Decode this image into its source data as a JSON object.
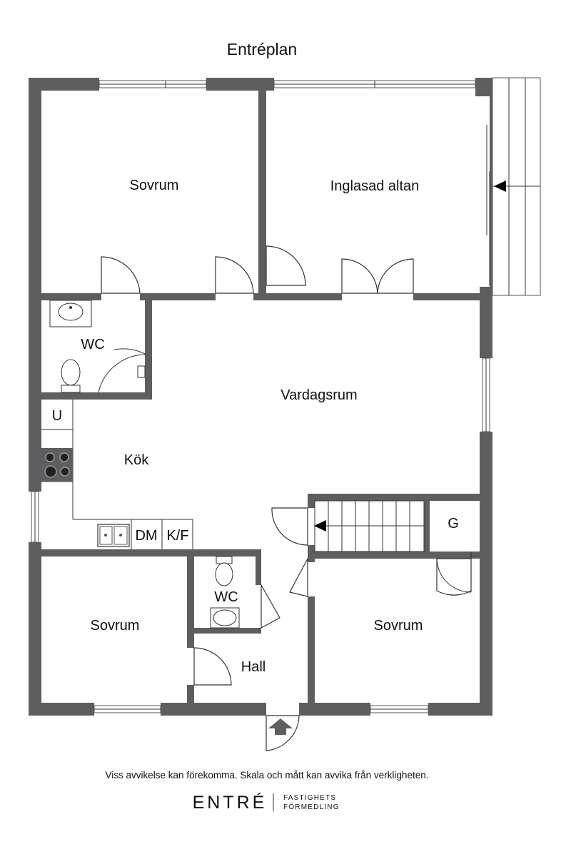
{
  "title": "Entréplan",
  "rooms": {
    "sovrum_top": "Sovrum",
    "altan": "Inglasad altan",
    "wc_top": "WC",
    "vardagsrum": "Vardagsrum",
    "kok": "Kök",
    "sovrum_bottom_left": "Sovrum",
    "wc_bottom": "WC",
    "hall": "Hall",
    "sovrum_bottom_right": "Sovrum",
    "garderob": "G"
  },
  "fixtures": {
    "u": "U",
    "dm": "DM",
    "kf": "K/F"
  },
  "disclaimer": "Viss avvikelse kan förekomma. Skala och mått kan avvika från verkligheten.",
  "logo": {
    "main": "ENTRÉ",
    "sub1": "FASTIGHETS",
    "sub2": "FÖRMEDLING"
  }
}
